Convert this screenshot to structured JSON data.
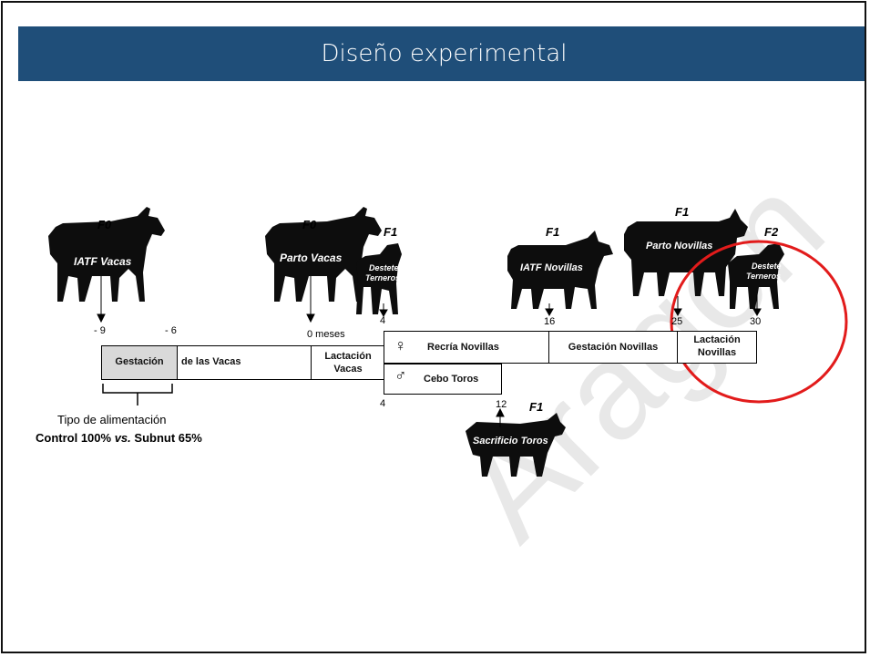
{
  "slide": {
    "title": "Diseño experimental",
    "watermark": "Aragón"
  },
  "generations": {
    "f0_a": "F0",
    "f0_b": "F0",
    "f1_calf": "F1",
    "f1_heifer": "F1",
    "f1_calving": "F1",
    "f2": "F2",
    "f1_bull": "F1"
  },
  "animals": {
    "iatf_vacas": "IATF Vacas",
    "parto_vacas": "Parto Vacas",
    "destete_terneros_line1": "Destete",
    "destete_terneros_line2": "Terneros",
    "iatf_novillas": "IATF Novillas",
    "parto_novillas": "Parto Novillas",
    "destete_terneros2_line1": "Destete",
    "destete_terneros2_line2": "Terneros",
    "sacrificio_toros": "Sacrificio Toros"
  },
  "ticks": {
    "m9": "- 9",
    "m6": "- 6",
    "zero": "0 meses",
    "four_top": "4",
    "sixteen": "16",
    "twentyfive": "25",
    "thirty": "30",
    "four_bottom": "4",
    "twelve": "12"
  },
  "timeline": {
    "gestacion": "Gestación",
    "de_las_vacas": "de las Vacas",
    "lactacion_vacas_line1": "Lactación",
    "lactacion_vacas_line2": "Vacas",
    "female_symbol": "♀",
    "recria_novillas": "Recría Novillas",
    "gestacion_novillas": "Gestación Novillas",
    "lactacion_novillas_line1": "Lactación",
    "lactacion_novillas_line2": "Novillas",
    "male_symbol": "♂",
    "cebo_toros": "Cebo Toros"
  },
  "feeding": {
    "label": "Tipo de alimentación",
    "control": "Control 100%",
    "vs": "vs.",
    "subnut": "Subnut 65%"
  },
  "colors": {
    "title_bar": "#1f4e79",
    "highlight_circle": "#e21b1b",
    "gestacion_fill": "#d9d9d9",
    "silhouette": "#0d0d0d"
  }
}
